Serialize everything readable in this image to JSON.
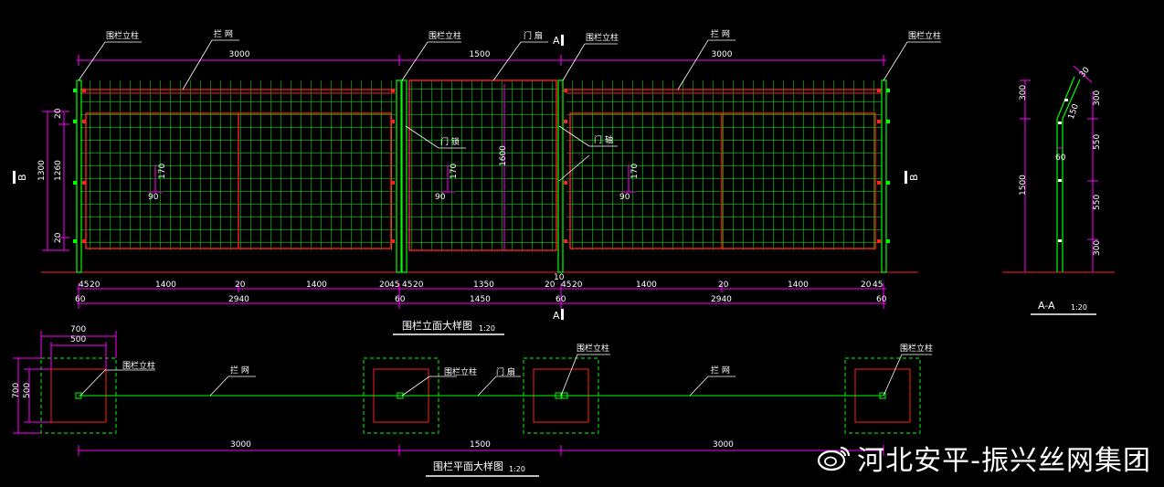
{
  "labels": {
    "post": "围栏立柱",
    "mesh": "拦 网",
    "gate": "门 扇",
    "lock": "门 锁",
    "hinge": "门 轴",
    "section_a": "A",
    "section_b": "B"
  },
  "elevation": {
    "title": "围栏立面大样图",
    "scale": "1:20",
    "top_dims": [
      "3000",
      "1500",
      "3000"
    ],
    "left_dims": [
      "20",
      "1260",
      "20"
    ],
    "left_total": "1300",
    "inner_170": "170",
    "inner_90": "90",
    "gate_height": "1600",
    "bottom_row1": [
      "45",
      "20",
      "1400",
      "20",
      "1400",
      "20",
      "45",
      "45",
      "20",
      "1350",
      "20",
      "10",
      "45",
      "20",
      "1400",
      "20",
      "1400",
      "20",
      "45"
    ],
    "bottom_row2": [
      "60",
      "2940",
      "60",
      "1450",
      "60",
      "2940",
      "60"
    ]
  },
  "section_aa": {
    "title": "A-A",
    "scale": "1:20",
    "left_dims": [
      "300",
      "1500"
    ],
    "right_dims": [
      "300",
      "550",
      "550",
      "300"
    ],
    "bend_dims": [
      "30",
      "150"
    ],
    "post_dim": "60"
  },
  "plan": {
    "title": "围栏平面大样图",
    "scale": "1:20",
    "footing_outer": "700",
    "footing_inner": "500",
    "bottom_dims": [
      "3000",
      "1500",
      "3000"
    ]
  },
  "watermark": {
    "text": "河北安平-振兴丝网集团",
    "icon": "weibo-logo-icon"
  },
  "colors": {
    "background": "#000000",
    "mesh": "#00ff00",
    "frame": "#ff0000",
    "dimension": "#ff00ff",
    "text": "#ffffff"
  }
}
